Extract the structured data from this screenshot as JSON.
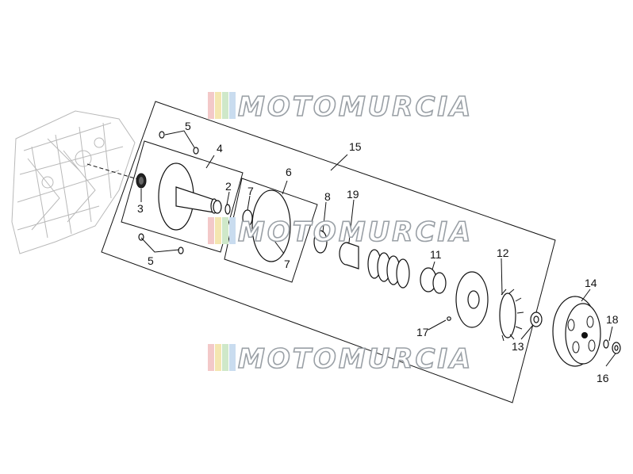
{
  "watermark": {
    "text": "MOTOMURCIA",
    "stripe_colors": [
      "#f3c9c9",
      "#f4e6b0",
      "#cfe8c9",
      "#c9dcef"
    ]
  },
  "callouts": [
    {
      "id": "p5a",
      "label": "5"
    },
    {
      "id": "p4",
      "label": "4"
    },
    {
      "id": "p15",
      "label": "15"
    },
    {
      "id": "p2",
      "label": "2"
    },
    {
      "id": "p6",
      "label": "6"
    },
    {
      "id": "p7a",
      "label": "7"
    },
    {
      "id": "p8",
      "label": "8"
    },
    {
      "id": "p19",
      "label": "19"
    },
    {
      "id": "p3",
      "label": "3"
    },
    {
      "id": "p5b",
      "label": "5"
    },
    {
      "id": "p7b",
      "label": "7"
    },
    {
      "id": "p11",
      "label": "11"
    },
    {
      "id": "p12",
      "label": "12"
    },
    {
      "id": "p14",
      "label": "14"
    },
    {
      "id": "p18",
      "label": "18"
    },
    {
      "id": "p17",
      "label": "17"
    },
    {
      "id": "p13",
      "label": "13"
    },
    {
      "id": "p16",
      "label": "16"
    }
  ]
}
